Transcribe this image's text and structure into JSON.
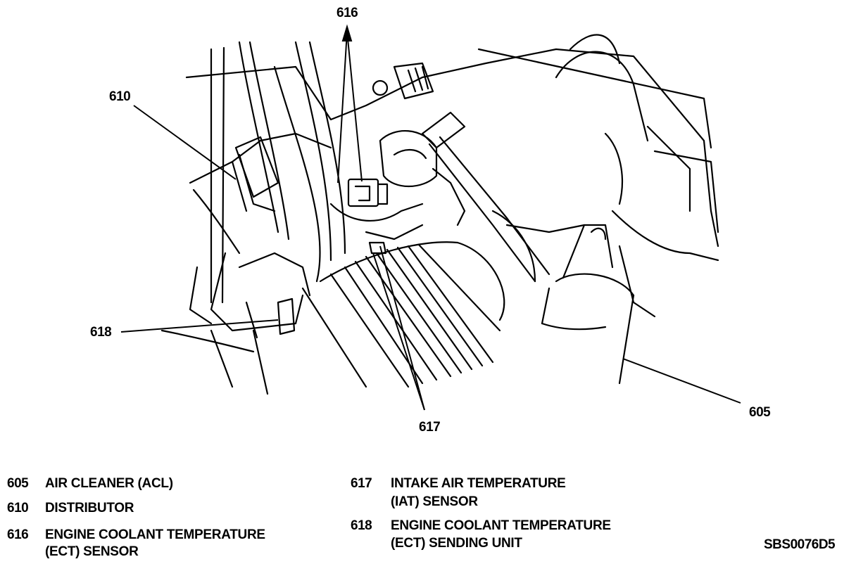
{
  "diagram": {
    "callouts": {
      "c605": "605",
      "c610": "610",
      "c616": "616",
      "c617": "617",
      "c618": "618"
    }
  },
  "legend": {
    "items": [
      {
        "number": "605",
        "line1": "AIR CLEANER (ACL)",
        "line2": ""
      },
      {
        "number": "610",
        "line1": "DISTRIBUTOR",
        "line2": ""
      },
      {
        "number": "616",
        "line1": "ENGINE COOLANT TEMPERATURE",
        "line2": "(ECT) SENSOR"
      },
      {
        "number": "617",
        "line1": "INTAKE AIR TEMPERATURE",
        "line2": "(IAT) SENSOR"
      },
      {
        "number": "618",
        "line1": "ENGINE COOLANT TEMPERATURE",
        "line2": "(ECT) SENDING UNIT"
      }
    ]
  },
  "figure_id": "SBS0076D5"
}
